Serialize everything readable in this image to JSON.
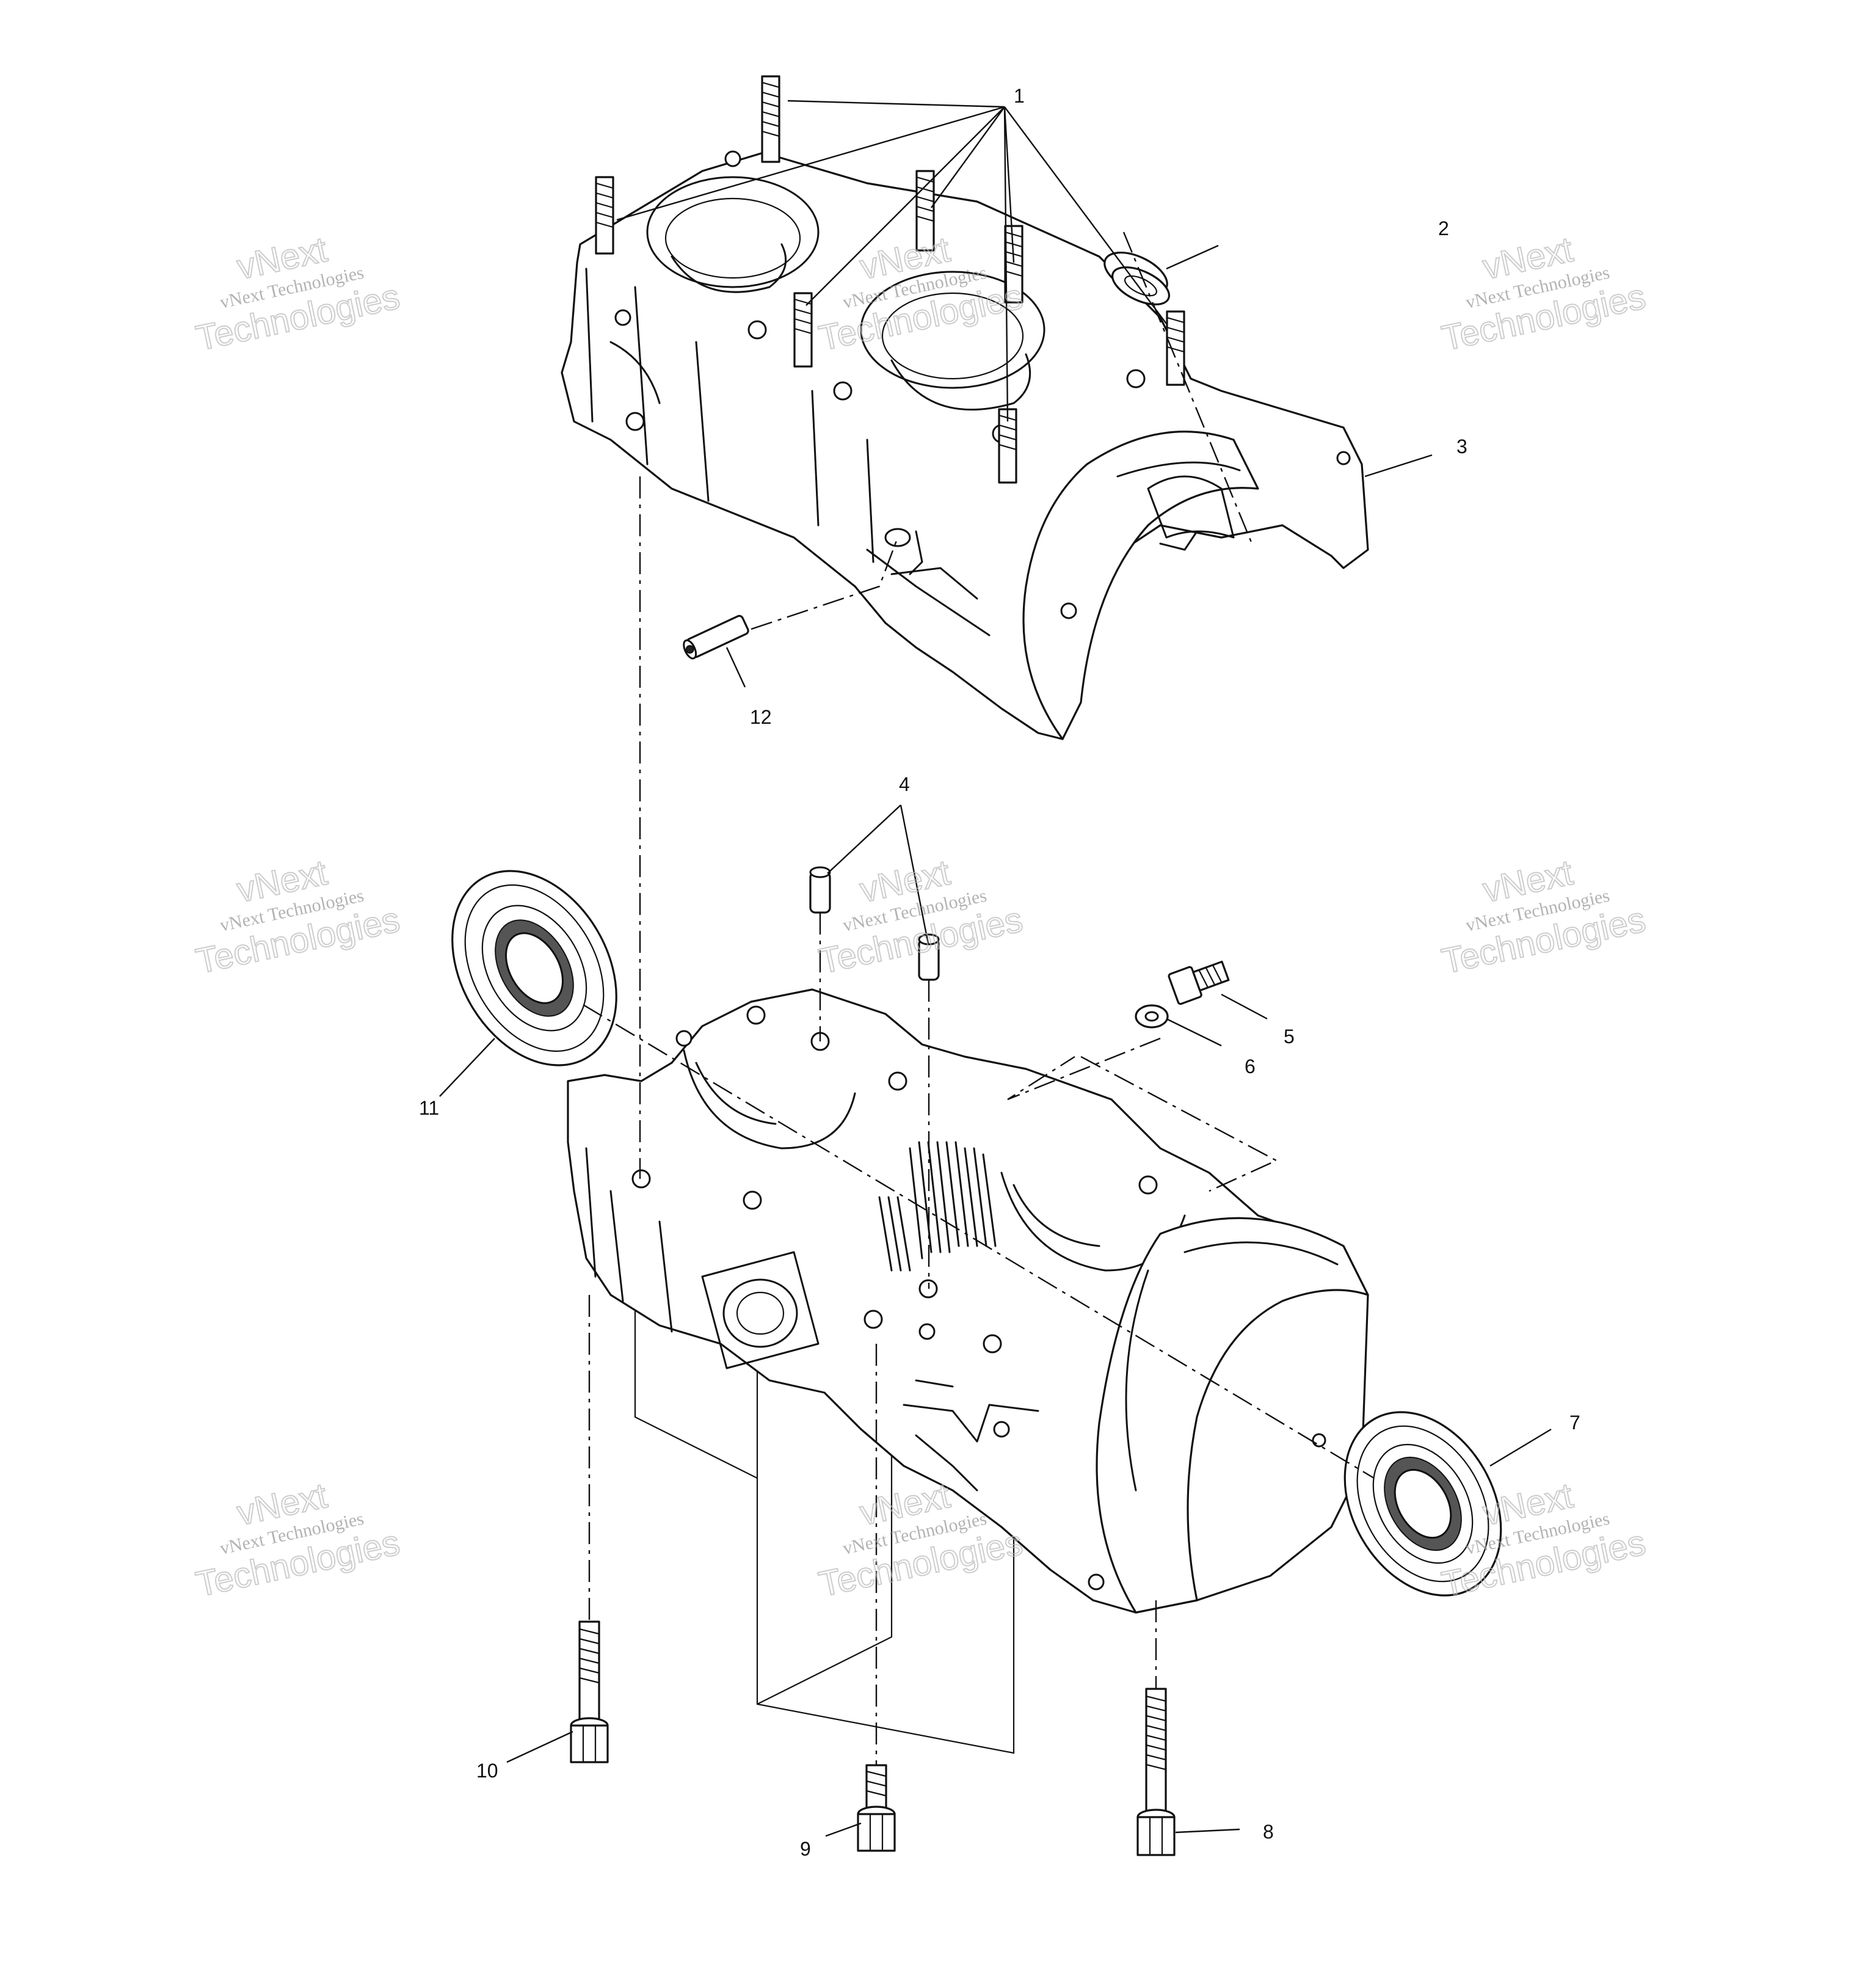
{
  "diagram": {
    "callouts": [
      {
        "id": "1",
        "label": "1"
      },
      {
        "id": "2",
        "label": "2"
      },
      {
        "id": "3",
        "label": "3"
      },
      {
        "id": "4",
        "label": "4"
      },
      {
        "id": "5",
        "label": "5"
      },
      {
        "id": "6",
        "label": "6"
      },
      {
        "id": "7",
        "label": "7"
      },
      {
        "id": "8",
        "label": "8"
      },
      {
        "id": "9",
        "label": "9"
      },
      {
        "id": "10",
        "label": "10"
      },
      {
        "id": "11",
        "label": "11"
      },
      {
        "id": "12",
        "label": "12"
      }
    ]
  },
  "watermark": {
    "brand": "vNext",
    "line": "vNext Technologies",
    "word": "Technologies"
  }
}
